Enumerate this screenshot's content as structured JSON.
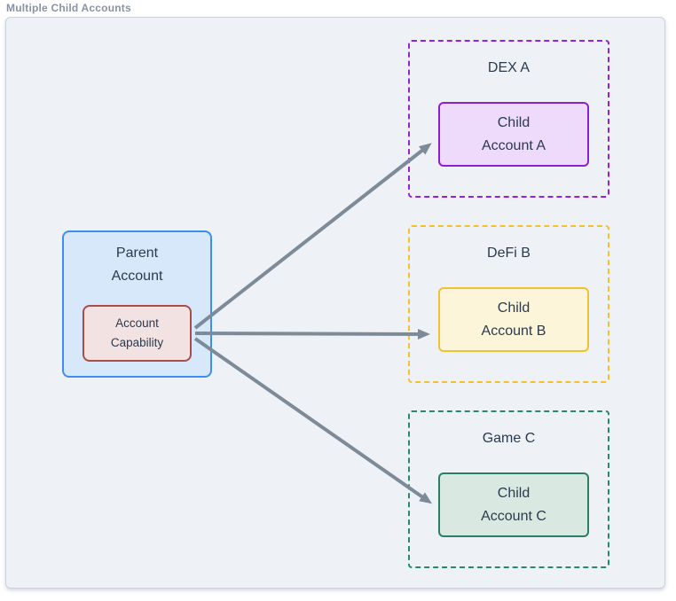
{
  "page": {
    "title": "Multiple Child Accounts"
  },
  "colors": {
    "canvas_bg": "#eef1f5",
    "canvas_border": "#c9d3dc",
    "title_text": "#8893a3",
    "node_text": "#2b3a4e",
    "parent_fill": "#d6e8fa",
    "parent_border": "#3d8fef",
    "capability_fill": "#f2e2e2",
    "capability_border": "#a84c4c",
    "arrow": "#7d8b99"
  },
  "parent": {
    "label": "Parent\nAccount",
    "capability_label": "Account\nCapability"
  },
  "children": [
    {
      "app": "DEX A",
      "account": "Child\nAccount A",
      "colors": {
        "dash": "#9623d3",
        "border": "#8b1fd1",
        "fill": "#eedafa"
      }
    },
    {
      "app": "DeFi B",
      "account": "Child\nAccount B",
      "colors": {
        "dash": "#f5c02e",
        "border": "#f0c232",
        "fill": "#fdf5d9"
      }
    },
    {
      "app": "Game C",
      "account": "Child\nAccount C",
      "colors": {
        "dash": "#278a68",
        "border": "#2b7f62",
        "fill": "#d9e9e1"
      }
    }
  ],
  "edges": [
    {
      "from": "Account Capability",
      "to": "Child Account A"
    },
    {
      "from": "Account Capability",
      "to": "Child Account B"
    },
    {
      "from": "Account Capability",
      "to": "Child Account C"
    }
  ]
}
